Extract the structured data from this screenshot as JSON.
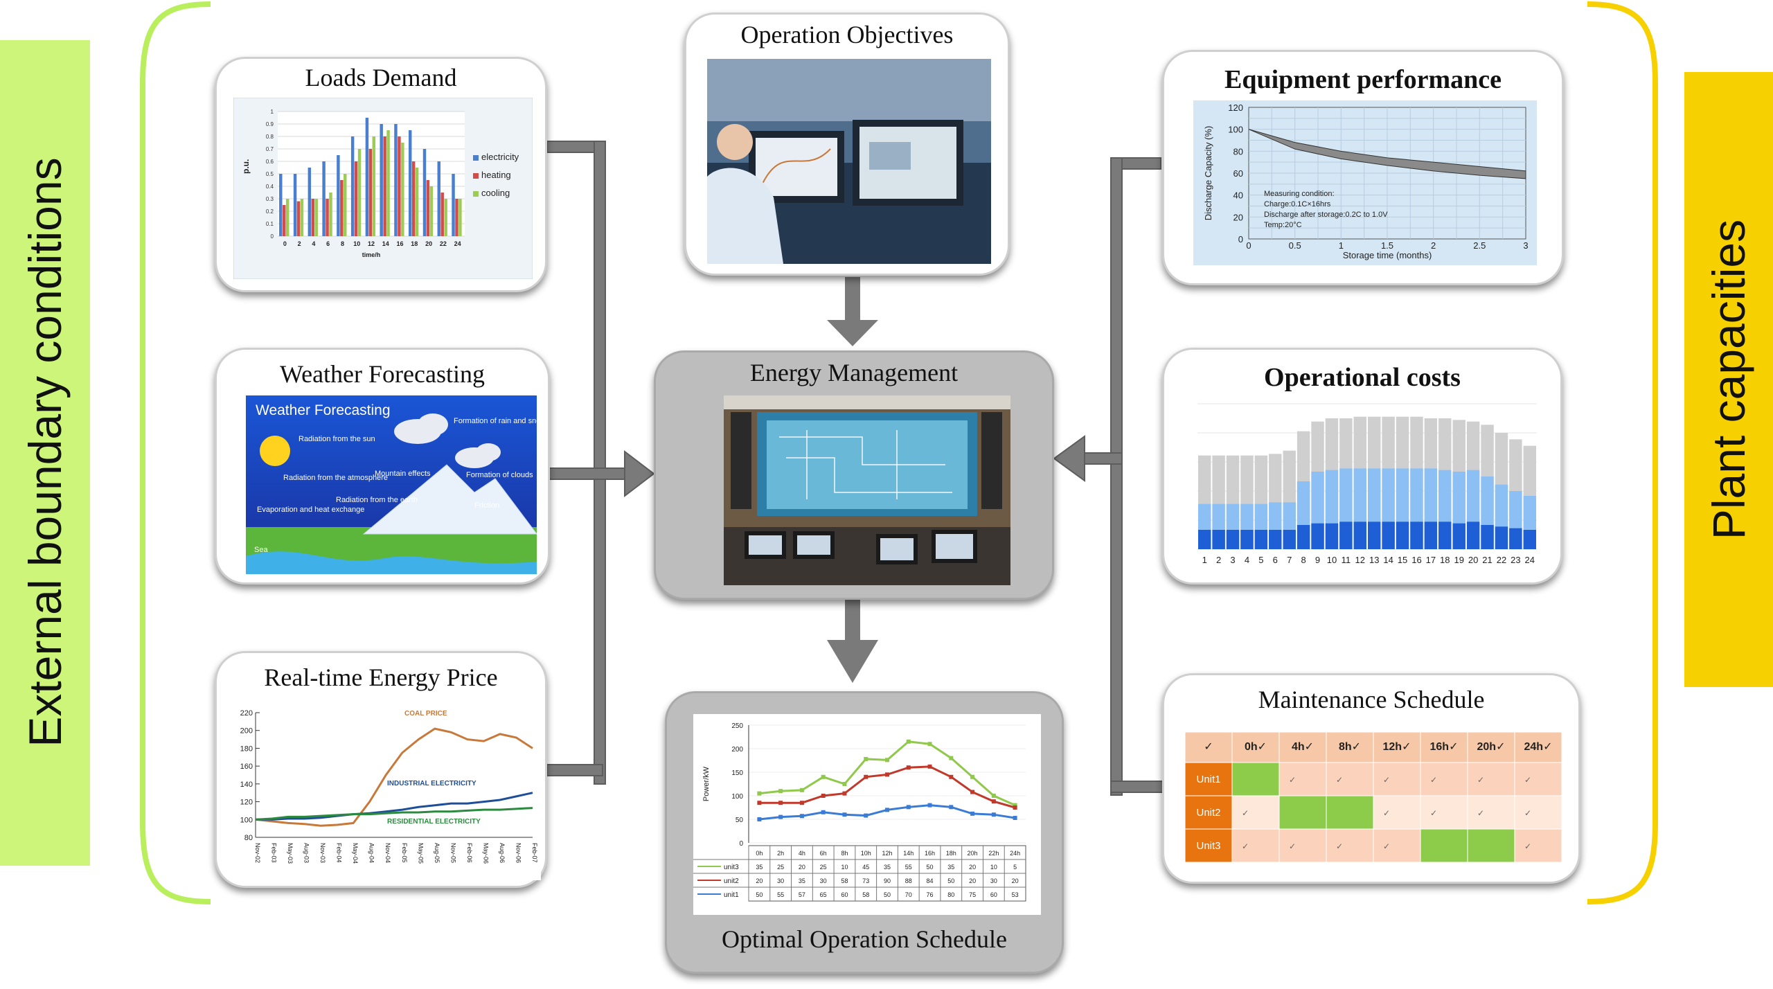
{
  "left_band": {
    "label": "External boundary conditions",
    "color": "#ccf57a"
  },
  "right_band": {
    "label": "Plant capacities",
    "color": "#f7d000"
  },
  "bracket_colors": {
    "left": "#b9ef5c",
    "right": "#f7d000"
  },
  "center": {
    "operation_objectives": {
      "title": "Operation Objectives"
    },
    "energy_management": {
      "title": "Energy Management"
    },
    "optimal_schedule": {
      "title": "Optimal Operation Schedule"
    }
  },
  "panels": {
    "loads_demand": {
      "title": "Loads Demand",
      "chart": {
        "type": "bar",
        "categories": [
          "0",
          "2",
          "4",
          "6",
          "8",
          "10",
          "12",
          "14",
          "16",
          "18",
          "20",
          "22",
          "24"
        ],
        "series": [
          {
            "name": "electricity",
            "color": "#4a7fd0",
            "values": [
              0.5,
              0.5,
              0.55,
              0.6,
              0.65,
              0.8,
              0.95,
              0.9,
              0.9,
              0.85,
              0.7,
              0.6,
              0.5
            ]
          },
          {
            "name": "heating",
            "color": "#d24c4c",
            "values": [
              0.25,
              0.28,
              0.3,
              0.3,
              0.45,
              0.6,
              0.7,
              0.8,
              0.8,
              0.6,
              0.45,
              0.35,
              0.3
            ]
          },
          {
            "name": "cooling",
            "color": "#9ccc55",
            "values": [
              0.3,
              0.3,
              0.3,
              0.35,
              0.5,
              0.7,
              0.8,
              0.85,
              0.75,
              0.55,
              0.4,
              0.3,
              0.3
            ]
          }
        ],
        "y_ticks": [
          "1",
          "0.9",
          "0.8",
          "0.7",
          "0.6",
          "0.5",
          "0.4",
          "0.3",
          "0.2",
          "0.1",
          "0"
        ],
        "ylabel": "p.u.",
        "xlabel": "time/h",
        "ylim": [
          0,
          1
        ]
      }
    },
    "weather": {
      "title": "Weather Forecasting",
      "image": {
        "title": "Weather Forecasting",
        "labels": [
          "Radiation from the sun",
          "Formation of rain and snow",
          "Radiation from the atmosphere",
          "Mountain effects",
          "Formation of clouds",
          "Evaporation and heat exchange",
          "Radiation from the earth",
          "Friction",
          "Sea"
        ]
      }
    },
    "energy_price": {
      "title": "Real-time Energy Price",
      "chart": {
        "type": "line",
        "y_ticks": [
          "220",
          "200",
          "180",
          "160",
          "140",
          "120",
          "100",
          "80"
        ],
        "x_ticks": [
          "Nov-02",
          "Feb-03",
          "May-03",
          "Aug-03",
          "Nov-03",
          "Feb-04",
          "May-04",
          "Aug-04",
          "Nov-04",
          "Feb-05",
          "May-05",
          "Aug-05",
          "Nov-05",
          "Feb-06",
          "May-06",
          "Aug-06",
          "Nov-06",
          "Feb-07"
        ],
        "series": [
          {
            "name": "COAL PRICE",
            "color": "#c8793a",
            "values": [
              100,
              98,
              96,
              95,
              93,
              94,
              96,
              120,
              150,
              175,
              190,
              202,
              198,
              190,
              188,
              196,
              192,
              180
            ]
          },
          {
            "name": "INDUSTRIAL ELECTRICITY",
            "color": "#1f4e99",
            "values": [
              100,
              100,
              101,
              101,
              102,
              104,
              106,
              107,
              109,
              111,
              114,
              116,
              118,
              118,
              120,
              122,
              126,
              130
            ]
          },
          {
            "name": "RESIDENTIAL ELECTRICITY",
            "color": "#2b8a3e",
            "values": [
              100,
              101,
              103,
              103,
              104,
              105,
              106,
              106,
              107,
              108,
              108,
              109,
              109,
              110,
              111,
              111,
              112,
              113
            ]
          }
        ],
        "ylim": [
          80,
          220
        ]
      }
    },
    "equipment": {
      "title": "Equipment performance",
      "chart": {
        "type": "area",
        "ylabel": "Discharge Capacity (%)",
        "xlabel": "Storage time (months)",
        "x_ticks": [
          "0",
          "0.5",
          "1",
          "1.5",
          "2",
          "2.5",
          "3"
        ],
        "y_ticks": [
          "120",
          "100",
          "80",
          "60",
          "40",
          "20",
          "0"
        ],
        "annotation": [
          "Measuring condition:",
          "Charge:0.1C×16hrs",
          "Discharge after storage:0.2C to 1.0V",
          "Temp:20°C"
        ],
        "upper": [
          100,
          88,
          80,
          74,
          70,
          66,
          62
        ],
        "lower": [
          100,
          82,
          73,
          67,
          62,
          58,
          55
        ],
        "xlim": [
          0,
          3
        ],
        "ylim": [
          0,
          120
        ]
      }
    },
    "op_costs": {
      "title": "Operational costs",
      "chart": {
        "type": "bar",
        "categories": [
          "1",
          "2",
          "3",
          "4",
          "5",
          "6",
          "7",
          "8",
          "9",
          "10",
          "11",
          "12",
          "13",
          "14",
          "15",
          "16",
          "17",
          "18",
          "19",
          "20",
          "21",
          "22",
          "23",
          "24"
        ],
        "series": [
          {
            "name": "base",
            "color": "#1f5fd6",
            "values": [
              12,
              12,
              12,
              12,
              12,
              12,
              12,
              15,
              16,
              16,
              17,
              17,
              17,
              17,
              17,
              17,
              17,
              17,
              16,
              17,
              15,
              14,
              13,
              12
            ]
          },
          {
            "name": "middle",
            "color": "#8cc0f5",
            "values": [
              28,
              28,
              28,
              28,
              28,
              29,
              29,
              42,
              48,
              49,
              50,
              50,
              50,
              50,
              50,
              50,
              50,
              49,
              48,
              49,
              45,
              40,
              36,
              33
            ]
          },
          {
            "name": "top",
            "color": "#cfcfcf",
            "values": [
              58,
              58,
              58,
              58,
              58,
              59,
              61,
              73,
              79,
              81,
              81,
              82,
              82,
              82,
              82,
              82,
              81,
              81,
              80,
              79,
              77,
              72,
              68,
              64
            ]
          }
        ],
        "ylim": [
          0,
          90
        ]
      }
    },
    "maintenance": {
      "title": "Maintenance  Schedule",
      "header": [
        "✓",
        "0h✓",
        "4h✓",
        "8h✓",
        "12h✓",
        "16h✓",
        "20h✓",
        "24h✓"
      ],
      "rows": [
        {
          "unit": "Unit1",
          "cells": [
            "",
            "✓",
            "✓",
            "✓",
            "✓",
            "✓",
            "✓"
          ],
          "busy": [
            0
          ]
        },
        {
          "unit": "Unit2",
          "cells": [
            "✓",
            "",
            "",
            "✓",
            "✓",
            "✓",
            "✓"
          ],
          "busy": [
            1,
            2
          ]
        },
        {
          "unit": "Unit3",
          "cells": [
            "✓",
            "✓",
            "✓",
            "✓",
            "",
            "",
            "✓"
          ],
          "busy": [
            4,
            5
          ]
        }
      ]
    },
    "optimal": {
      "chart": {
        "type": "line",
        "ylabel": "Power/kW",
        "y_ticks": [
          "250",
          "200",
          "150",
          "100",
          "50",
          "0"
        ],
        "x_ticks": [
          "0h",
          "2h",
          "4h",
          "6h",
          "8h",
          "10h",
          "12h",
          "14h",
          "16h",
          "18h",
          "20h",
          "22h",
          "24h"
        ],
        "series": [
          {
            "name": "unit3",
            "color": "#8fc84a",
            "values": [
              105,
              110,
              112,
              140,
              125,
              178,
              176,
              215,
              210,
              180,
              140,
              100,
              80
            ]
          },
          {
            "name": "unit2",
            "color": "#c0392b",
            "values": [
              85,
              85,
              85,
              100,
              105,
              140,
              145,
              160,
              162,
              140,
              108,
              88,
              75
            ]
          },
          {
            "name": "unit1",
            "color": "#3a7bd5",
            "values": [
              50,
              55,
              57,
              65,
              60,
              58,
              70,
              76,
              80,
              76,
              62,
              60,
              53
            ]
          }
        ],
        "table": {
          "unit3": [
            "35",
            "25",
            "20",
            "25",
            "10",
            "45",
            "35",
            "55",
            "50",
            "35",
            "20",
            "10",
            "5"
          ],
          "unit2": [
            "20",
            "30",
            "35",
            "30",
            "58",
            "73",
            "90",
            "88",
            "84",
            "50",
            "20",
            "30",
            "20"
          ],
          "unit1": [
            "50",
            "55",
            "57",
            "65",
            "60",
            "58",
            "50",
            "70",
            "76",
            "80",
            "75",
            "60",
            "53"
          ]
        },
        "ylim": [
          0,
          250
        ]
      }
    }
  }
}
